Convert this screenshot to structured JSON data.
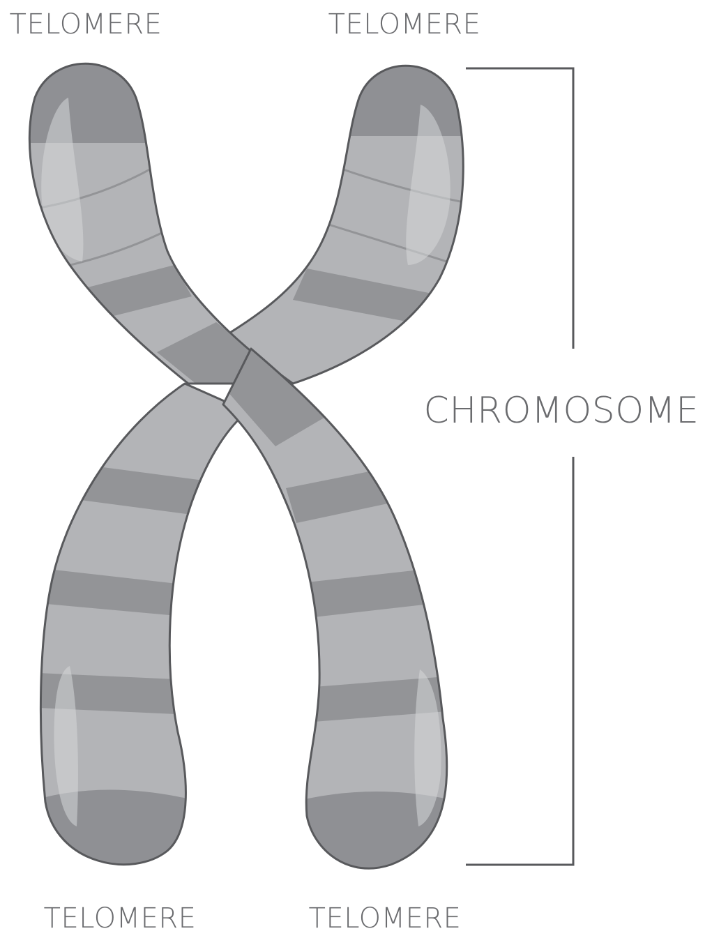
{
  "labels": {
    "telomere_top_left": "TELOMERE",
    "telomere_top_right": "TELOMERE",
    "telomere_bottom_left": "TELOMERE",
    "telomere_bottom_right": "TELOMERE",
    "chromosome": "CHROMOSOME"
  },
  "colors": {
    "body": "#b3b4b7",
    "band": "#939497",
    "telomere": "#8f9094",
    "highlight": "#d6d7d9",
    "outline": "#58595c",
    "label": "#6a6b6e",
    "bracket": "#58595c"
  }
}
